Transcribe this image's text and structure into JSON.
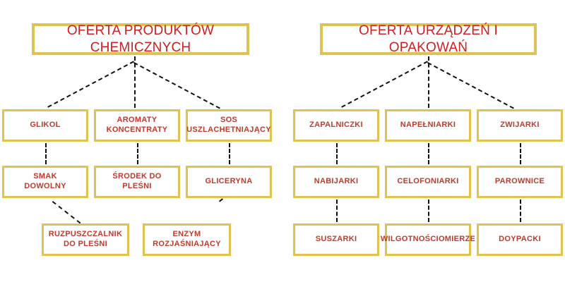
{
  "diagram": {
    "background_color": "#ffffff",
    "border_color": "#e2c24e",
    "header_text_color": "#ce2020",
    "node_text_color": "#c0392b",
    "connector_color": "#111111",
    "panels": [
      {
        "id": "chemical-products",
        "header": "OFERTA PRODUKTÓW CHEMICZNYCH",
        "rows": [
          {
            "nodes": [
              "GLIKOL",
              "AROMATY\nKONCENTRATY",
              "SOS\nUSZLACHETNIAJĄCY"
            ]
          },
          {
            "nodes": [
              "SMAK\nDOWOLNY",
              "ŚRODEK DO\nPLEŚNI",
              "GLICERYNA"
            ]
          },
          {
            "nodes": [
              "RUZPUSZCZALNIK\nDO PLEŚNI",
              "ENZYM\nROZJAŚNIAJĄCY"
            ]
          }
        ]
      },
      {
        "id": "equipment-packaging",
        "header": "OFERTA URZĄDZEŃ I OPAKOWAŃ",
        "rows": [
          {
            "nodes": [
              "ZAPALNICZKI",
              "NAPEŁNIARKI",
              "ZWIJARKI"
            ]
          },
          {
            "nodes": [
              "NABIJARKI",
              "CELOFONIARKI",
              "PAROWNICE"
            ]
          },
          {
            "nodes": [
              "SUSZARKI",
              "WILGOTNOŚCIOMIERZE",
              "DOYPACKI"
            ]
          }
        ]
      }
    ]
  }
}
